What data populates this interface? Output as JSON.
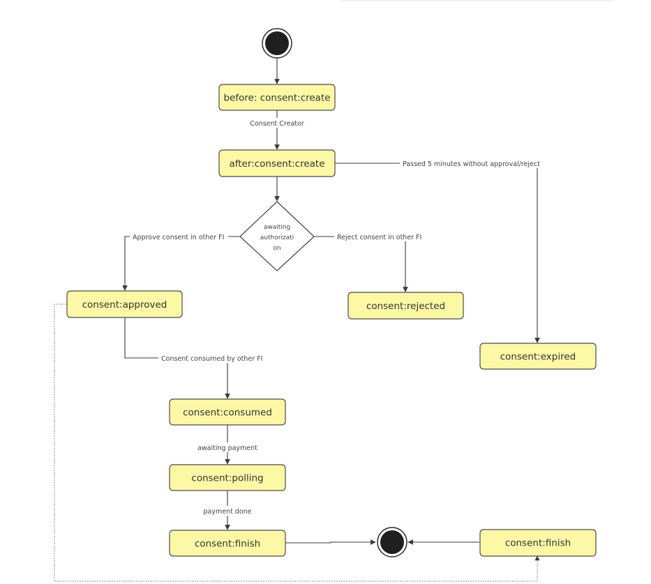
{
  "diagram": {
    "initial_node": "initial-state",
    "final_node": "final-state",
    "states": {
      "before_create": "before: consent:create",
      "after_create": "after:consent:create",
      "approved": "consent:approved",
      "rejected": "consent:rejected",
      "expired": "consent:expired",
      "consumed": "consent:consumed",
      "polling": "consent:polling",
      "finish_main": "consent:finish",
      "finish_alt": "consent:finish"
    },
    "decision": {
      "lines": [
        "awaiting",
        "authorizati",
        "on"
      ]
    },
    "transitions": {
      "consent_creator": "Consent Creator",
      "expired_timeout": "Passed 5 minutes without approval/reject",
      "approve": "Approve consent in other FI",
      "reject": "Reject consent in other FI",
      "consumed_by_other": "Consent consumed by other FI",
      "awaiting_payment": "awaiting payment",
      "payment_done": "payment done"
    },
    "colors": {
      "state_fill": "#fdf8a6",
      "state_border": "#4a4a4a",
      "node_fill": "#1f1f1f"
    }
  }
}
